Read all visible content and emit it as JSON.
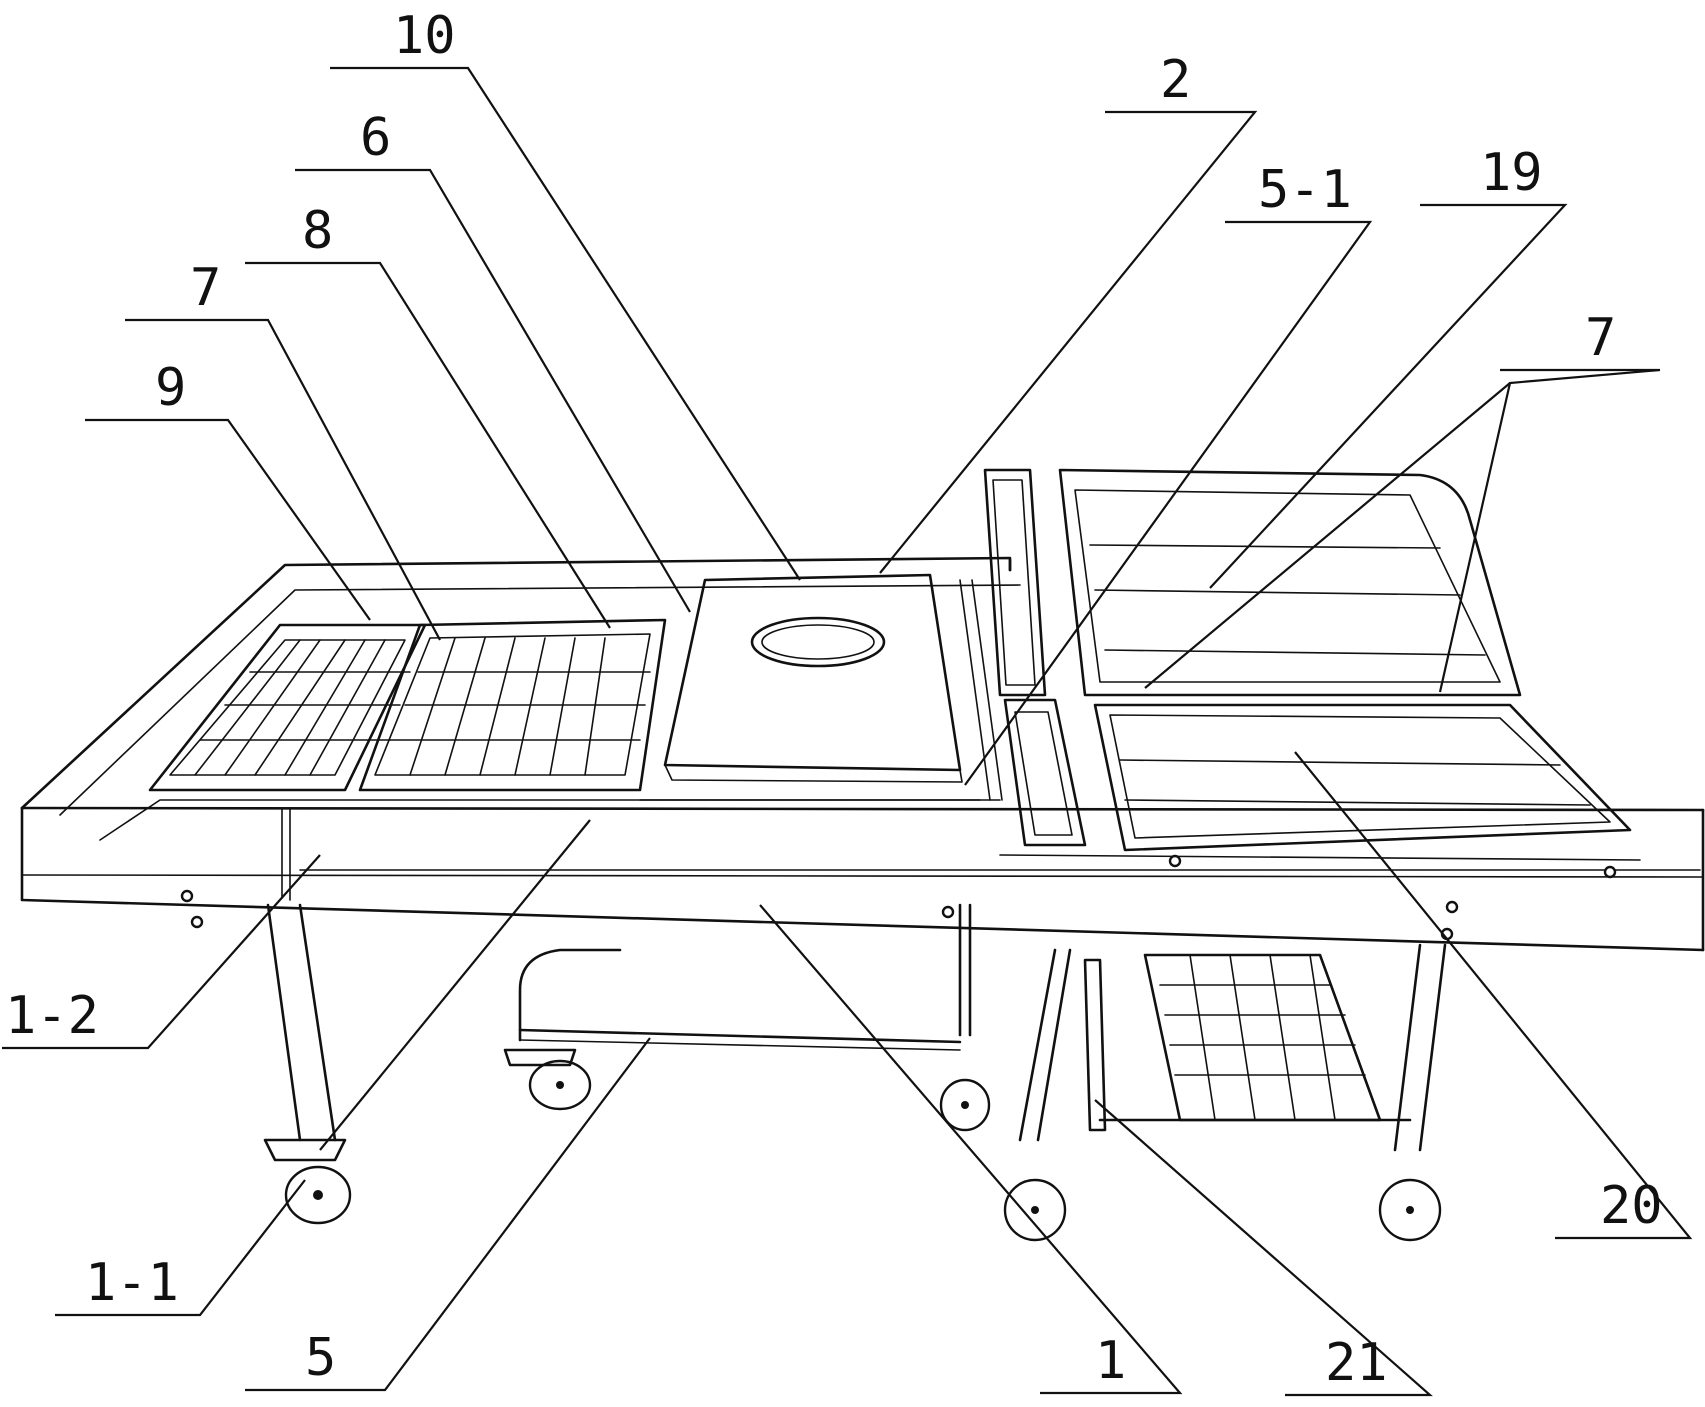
{
  "figure": {
    "labels": {
      "l10": "10",
      "l2": "2",
      "l6": "6",
      "l5_1": "5-1",
      "l19": "19",
      "l8": "8",
      "l7a": "7",
      "l7b": "7",
      "l9": "9",
      "l1_2": "1-2",
      "l20": "20",
      "l1_1": "1-1",
      "l5": "5",
      "l1": "1",
      "l21": "21"
    }
  }
}
